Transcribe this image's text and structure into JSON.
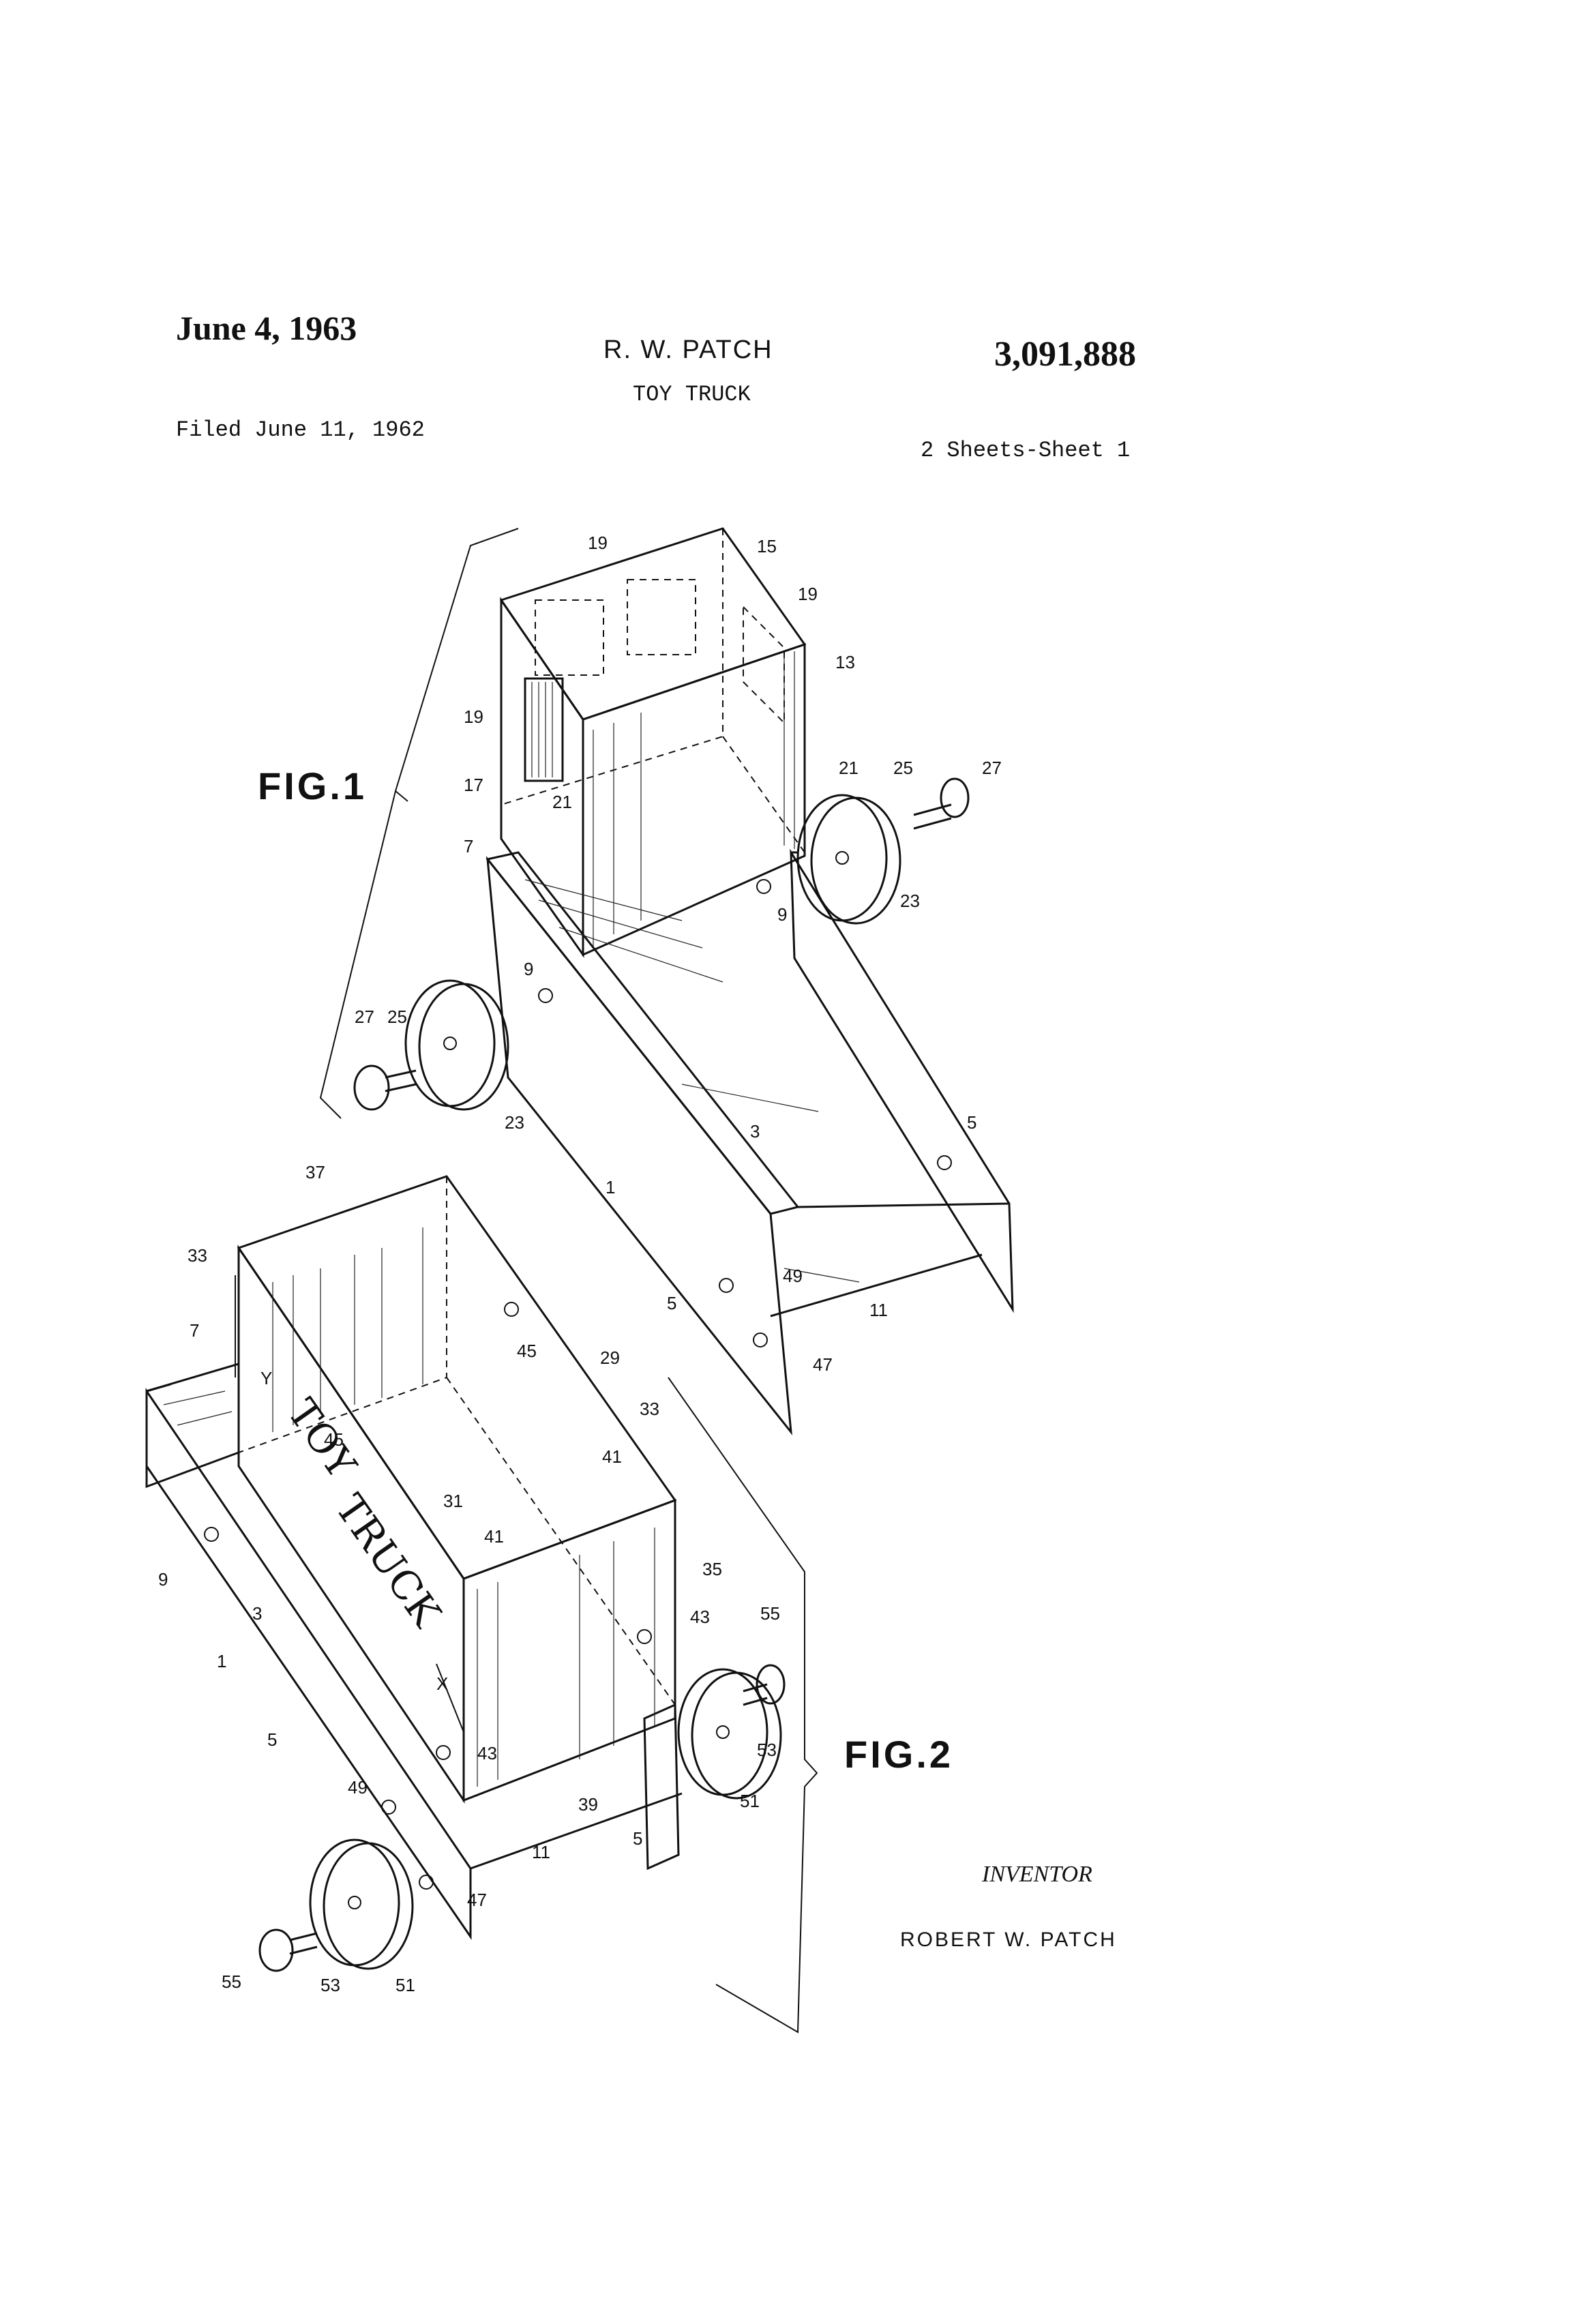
{
  "header": {
    "date": "June 4, 1963",
    "inventor_short": "R. W. PATCH",
    "patent_number": "3,091,888",
    "title": "TOY TRUCK",
    "filed": "Filed June 11, 1962",
    "sheets": "2 Sheets-Sheet 1"
  },
  "figures": {
    "fig1_label": "FIG.1",
    "fig2_label": "FIG.2"
  },
  "truck_lettering": {
    "word1": "TOY",
    "word2": "TRUCK"
  },
  "inventor": {
    "label": "INVENTOR",
    "name": "ROBERT  W.  PATCH"
  },
  "reference_numerals": {
    "fig1": [
      "19",
      "15",
      "19",
      "13",
      "19",
      "17",
      "21",
      "21",
      "25",
      "27",
      "7",
      "9",
      "23",
      "9",
      "27",
      "25",
      "23",
      "3",
      "5",
      "1",
      "5",
      "49",
      "11",
      "47"
    ],
    "fig2": [
      "37",
      "33",
      "7",
      "Y",
      "45",
      "45",
      "29",
      "33",
      "41",
      "31",
      "41",
      "9",
      "3",
      "1",
      "35",
      "43",
      "55",
      "X",
      "5",
      "43",
      "53",
      "49",
      "39",
      "51",
      "5",
      "11",
      "47",
      "55",
      "53",
      "51"
    ]
  }
}
